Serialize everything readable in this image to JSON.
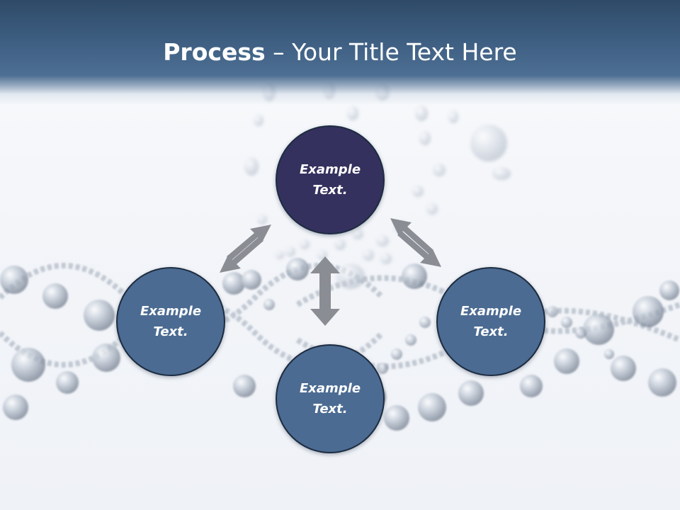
{
  "slide": {
    "title_bold": "Process",
    "title_rest": " – Your Title Text Here"
  },
  "nodes": {
    "top": {
      "line1": "Example",
      "line2": "Text."
    },
    "left": {
      "line1": "Example",
      "line2": "Text."
    },
    "right": {
      "line1": "Example",
      "line2": "Text."
    },
    "bottom": {
      "line1": "Example",
      "line2": "Text."
    }
  },
  "colors": {
    "header": "#3e5f82",
    "top_node": "#35315e",
    "other_nodes": "#4b6b92",
    "arrows": "#8a8d93"
  }
}
